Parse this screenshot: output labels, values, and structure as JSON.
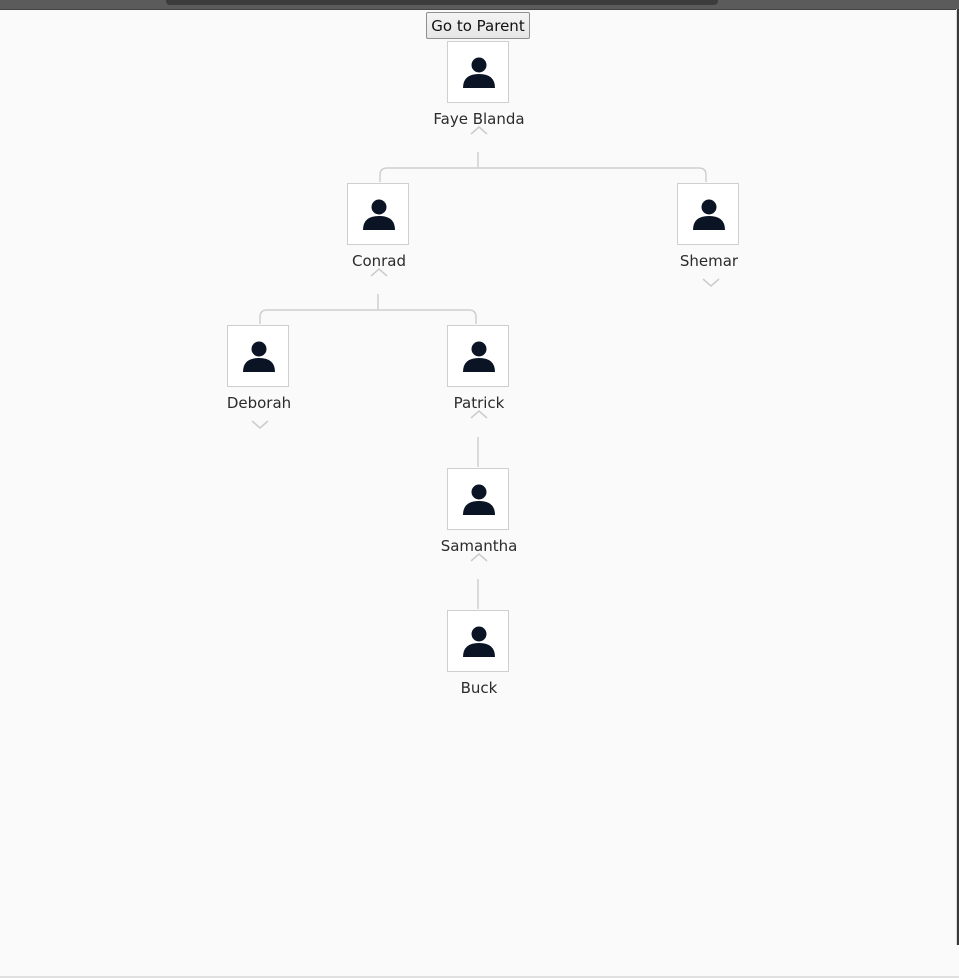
{
  "toolbar": {
    "go_to_parent_label": "Go to Parent"
  },
  "tree": {
    "nodes": [
      {
        "id": "faye-blanda",
        "name": "Faye Blanda",
        "expanded": true,
        "icon": "person-icon"
      },
      {
        "id": "conrad",
        "name": "Conrad",
        "expanded": true,
        "icon": "person-icon"
      },
      {
        "id": "shemar",
        "name": "Shemar",
        "expanded": false,
        "icon": "person-icon"
      },
      {
        "id": "deborah",
        "name": "Deborah",
        "expanded": false,
        "icon": "person-icon"
      },
      {
        "id": "patrick",
        "name": "Patrick",
        "expanded": true,
        "icon": "person-icon"
      },
      {
        "id": "samantha",
        "name": "Samantha",
        "expanded": true,
        "icon": "person-icon"
      },
      {
        "id": "buck",
        "name": "Buck",
        "expanded": null,
        "icon": "person-icon"
      }
    ]
  },
  "colors": {
    "background": "#fafafa",
    "avatar_fill": "#0b1424",
    "connector": "#cfcfcf",
    "chevron": "#cccccc"
  }
}
